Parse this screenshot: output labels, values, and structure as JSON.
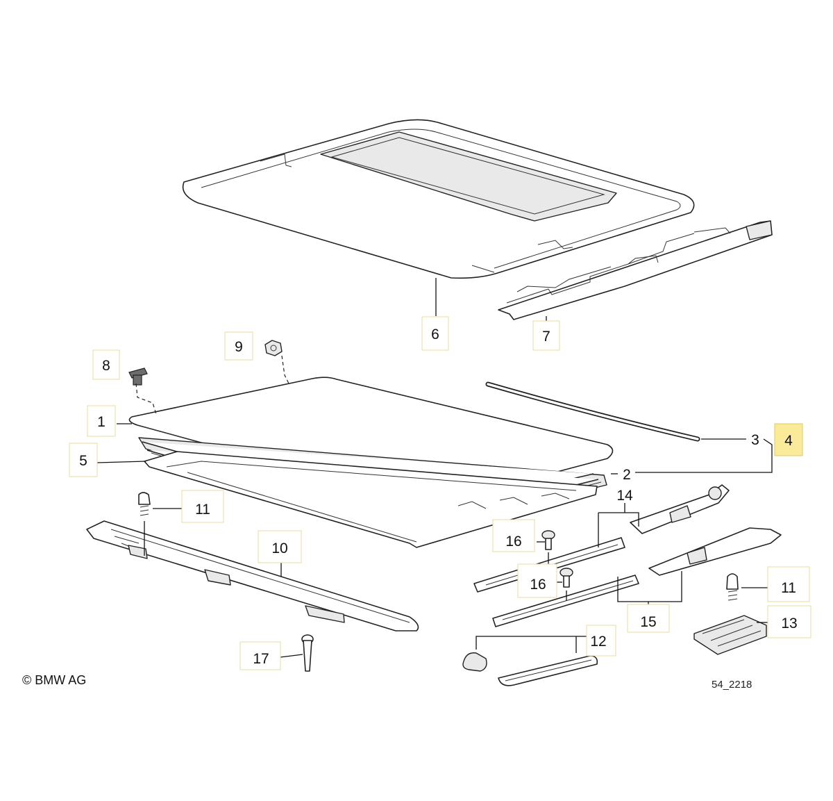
{
  "diagram": {
    "copyright": "© BMW AG",
    "figure_number": "54_2218",
    "highlight_color": "#faeb9a",
    "callouts": {
      "c1": "1",
      "c2": "2",
      "c3": "3",
      "c4": "4",
      "c5": "5",
      "c6": "6",
      "c7": "7",
      "c8": "8",
      "c9": "9",
      "c10": "10",
      "c11a": "11",
      "c11b": "11",
      "c12": "12",
      "c13": "13",
      "c14": "14",
      "c15": "15",
      "c16a": "16",
      "c16b": "16",
      "c17": "17"
    },
    "highlighted_callout": "4"
  }
}
